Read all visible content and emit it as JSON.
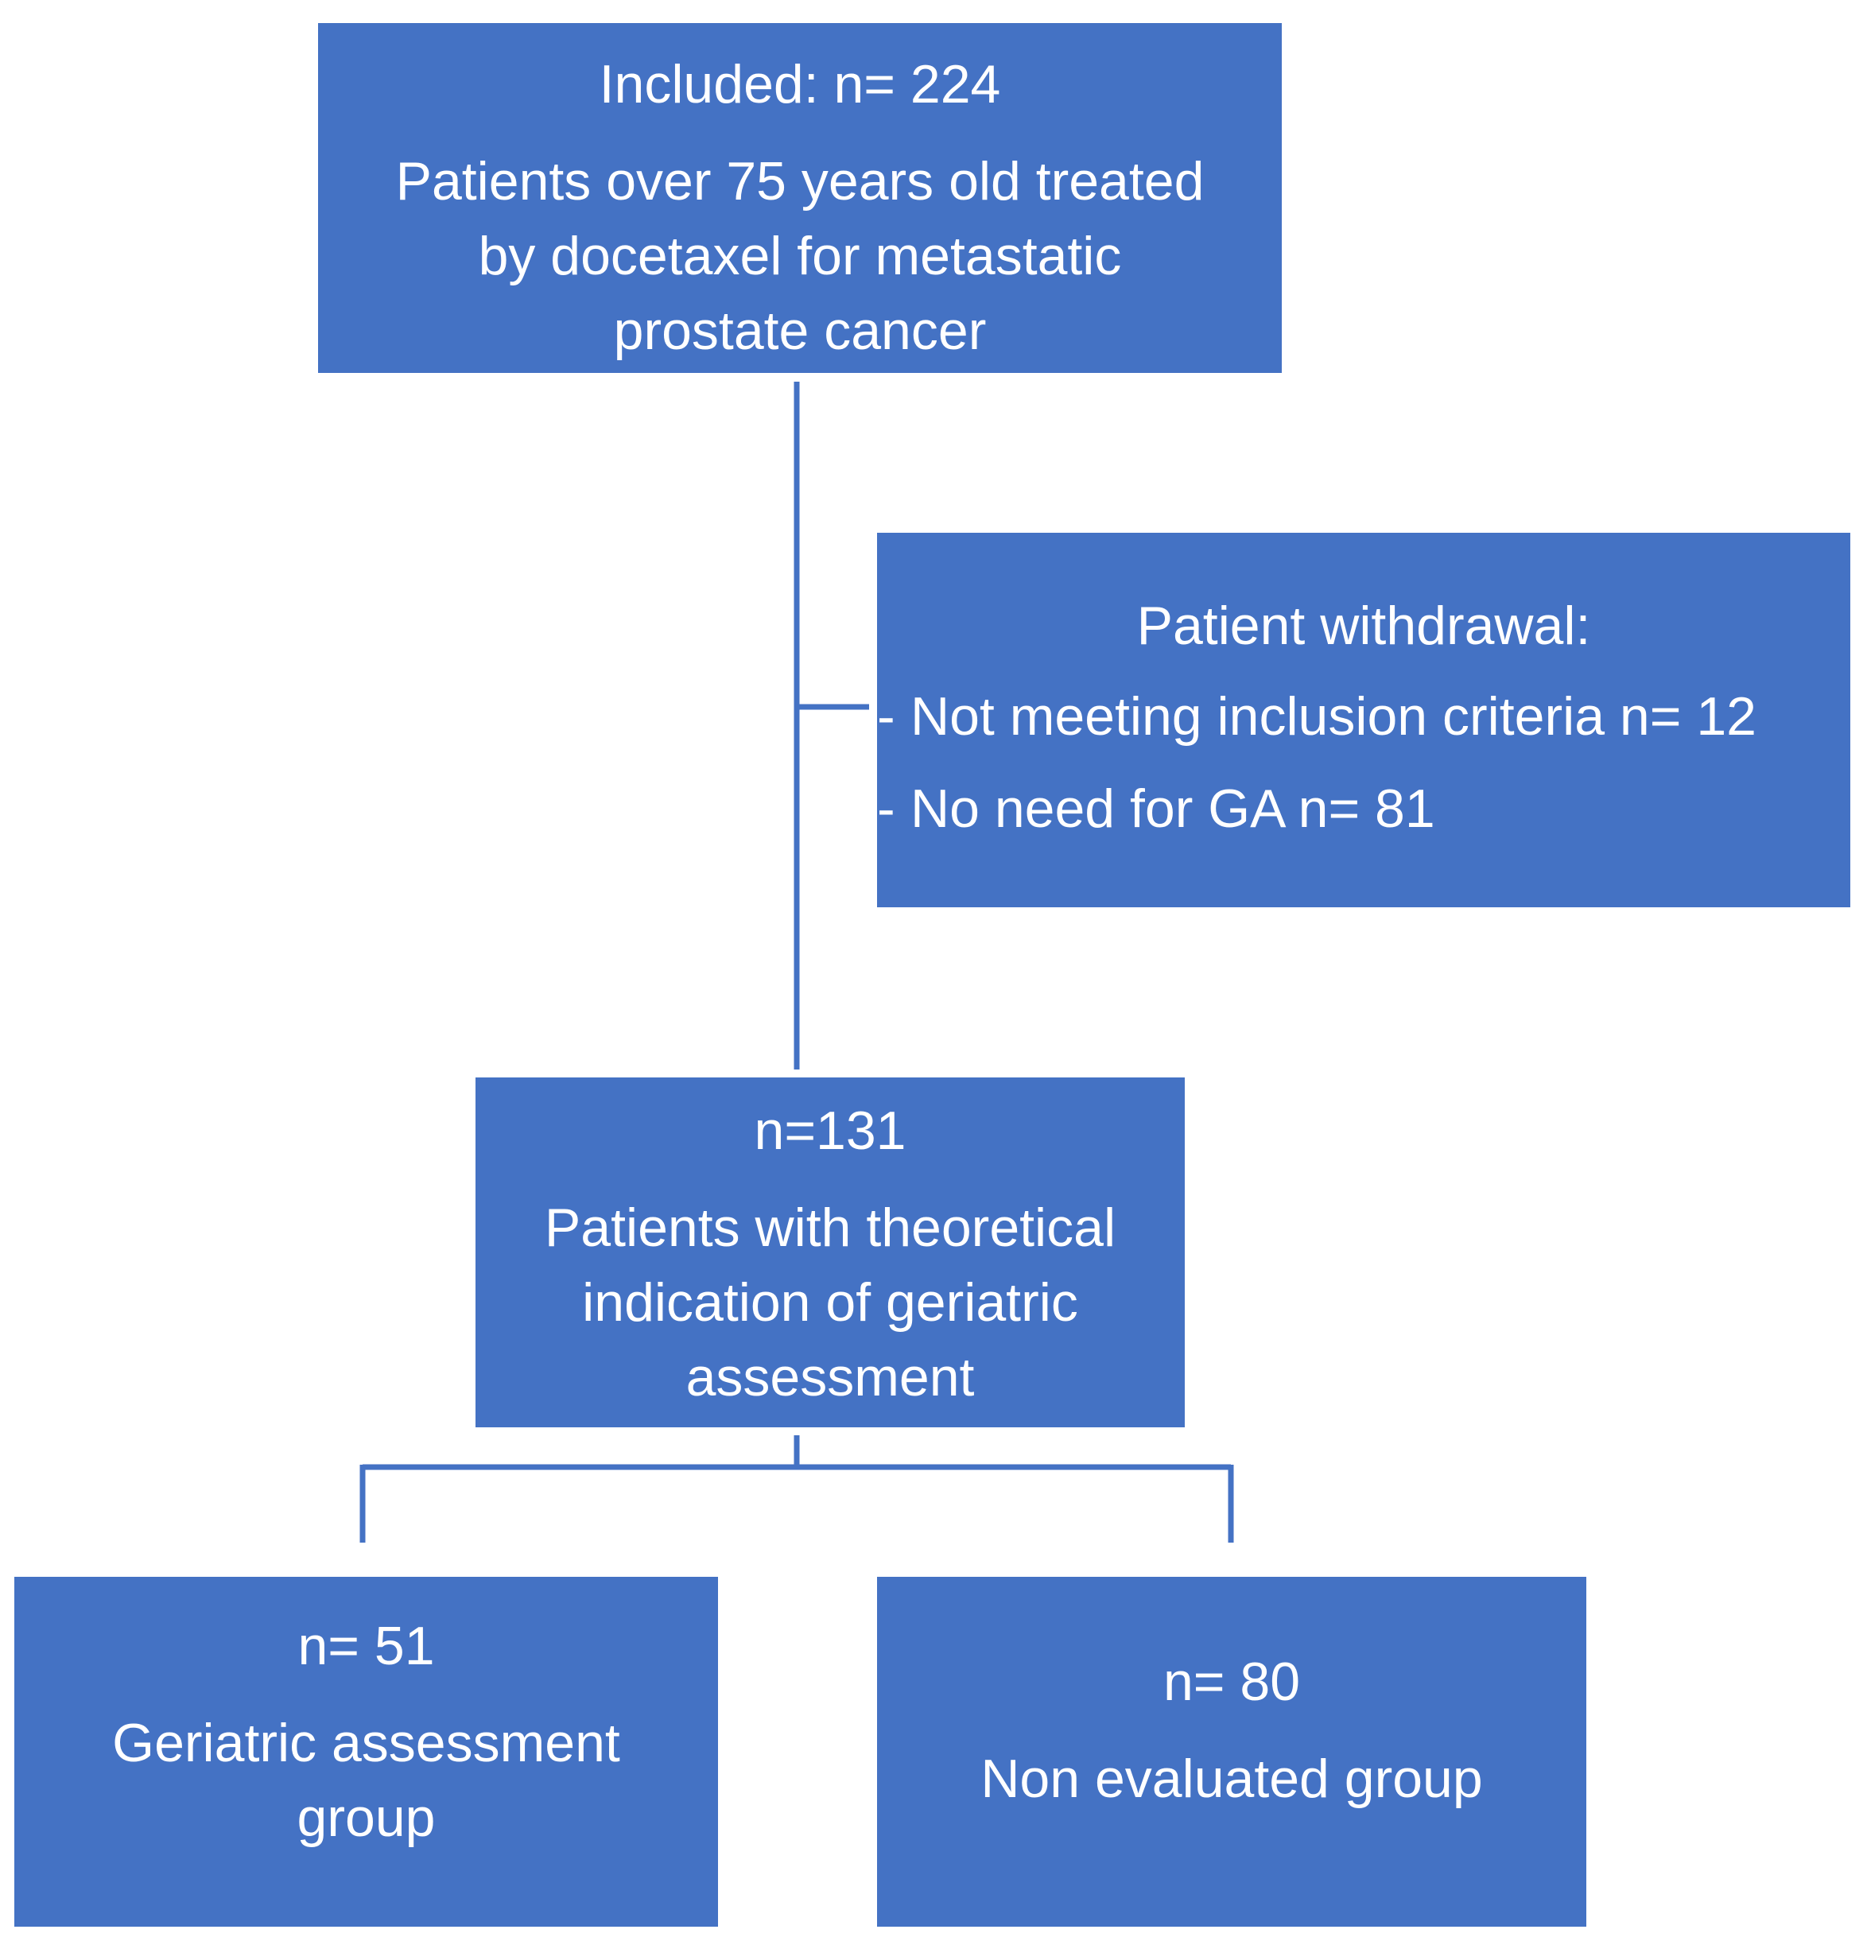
{
  "boxes": {
    "included": {
      "count": "Included: n= 224",
      "lines": [
        "Patients over 75 years old treated",
        "by docetaxel for metastatic",
        "prostate cancer"
      ]
    },
    "withdrawal": {
      "title": "Patient withdrawal:",
      "items": [
        {
          "dash": "-",
          "text": "Not meeting inclusion criteria n= 12"
        },
        {
          "dash": "-",
          "text": "No need for GA n= 81"
        }
      ]
    },
    "theoretical": {
      "count": "n=131",
      "lines": [
        "Patients with theoretical",
        "indication of geriatric",
        "assessment"
      ]
    },
    "ga_group": {
      "count": "n= 51",
      "lines": [
        "Geriatric assessment",
        "group"
      ]
    },
    "non_evaluated": {
      "count": "n= 80",
      "lines": [
        "Non evaluated group"
      ]
    }
  },
  "colors": {
    "box_fill": "#4472c4",
    "connector": "#4472c4",
    "text": "#ffffff"
  }
}
